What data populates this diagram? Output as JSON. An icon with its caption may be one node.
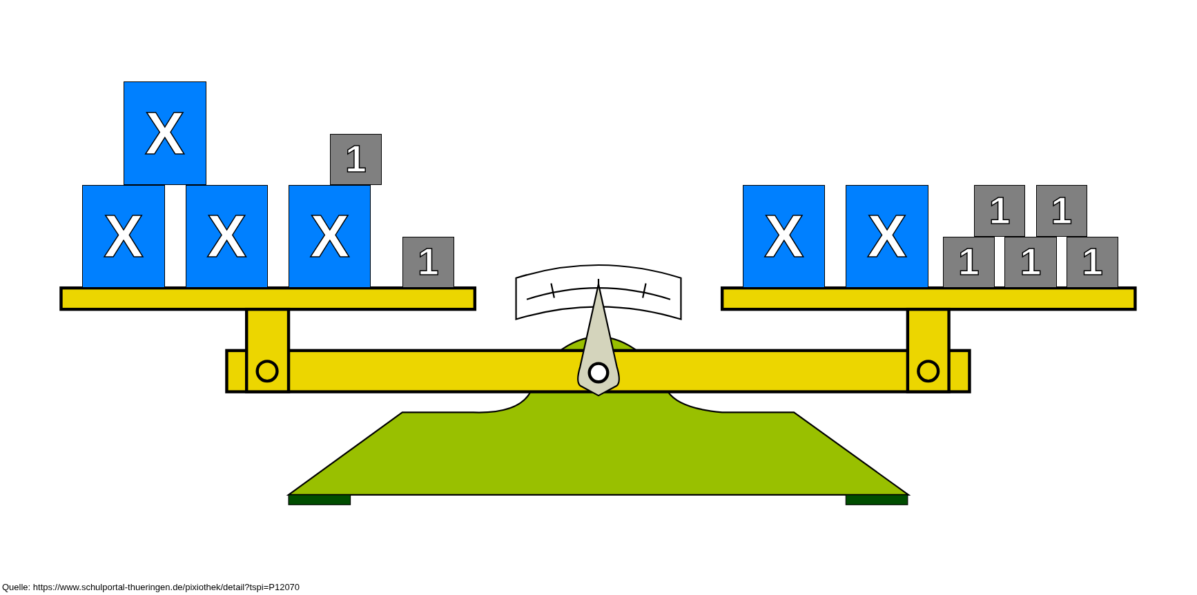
{
  "diagram": {
    "nodes": [
      {
        "text": [
          "X"
        ]
      },
      {
        "text": [
          "X"
        ]
      },
      {
        "text": [
          "X"
        ]
      },
      {
        "text": [
          "1"
        ]
      },
      {
        "text": [
          "X"
        ]
      },
      {
        "text": [
          "1"
        ]
      },
      {
        "text": [
          "X"
        ]
      },
      {
        "text": [
          "X"
        ]
      },
      {
        "text": [
          "1"
        ]
      },
      {
        "text": [
          "1"
        ]
      },
      {
        "text": [
          "1"
        ]
      },
      {
        "text": [
          "1"
        ]
      },
      {
        "text": [
          "1"
        ]
      }
    ],
    "labels": [
      "Quelle: https://www.schulportal-thueringen.de/pixiothek/detail?tspi=P12070"
    ]
  }
}
